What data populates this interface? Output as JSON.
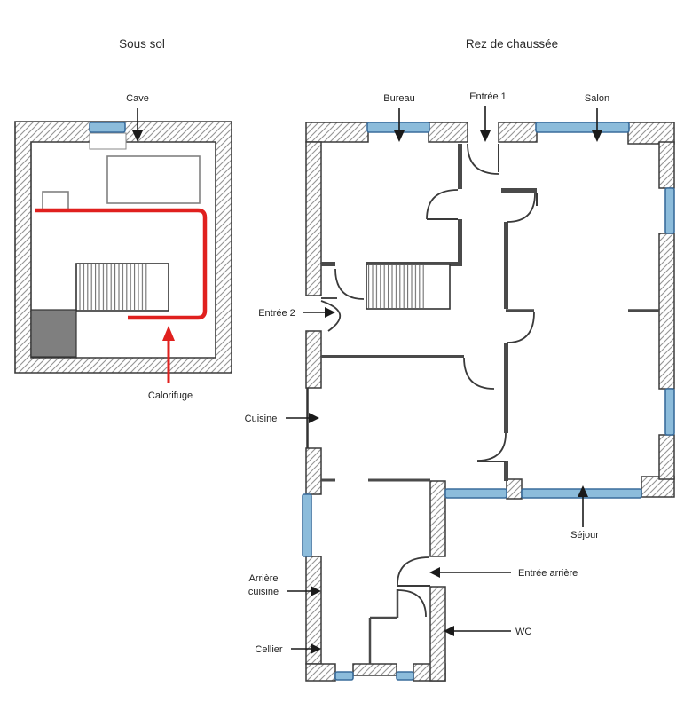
{
  "titles": {
    "basement": "Sous sol",
    "ground_floor": "Rez de chaussée"
  },
  "basement": {
    "labels": {
      "cave": "Cave",
      "calorifuge": "Calorifuge"
    }
  },
  "ground_floor": {
    "labels": {
      "bureau": "Bureau",
      "entree1": "Entrée 1",
      "salon": "Salon",
      "entree2": "Entrée 2",
      "cuisine": "Cuisine",
      "sejour": "Séjour",
      "arriere_cuisine_line1": "Arrière",
      "arriere_cuisine_line2": "cuisine",
      "cellier": "Cellier",
      "entree_arriere": "Entrée arrière",
      "wc": "WC"
    }
  },
  "colors": {
    "window_fill": "#8cbcdb",
    "window_stroke": "#3a6d9c",
    "wall_hatch_line": "#949494",
    "wall_outline": "#3a3a3a",
    "interior_wall": "#4a4a4a",
    "pipe_red": "#e0201e",
    "dark_block": "#7f7f7f",
    "label_text": "#222222"
  }
}
